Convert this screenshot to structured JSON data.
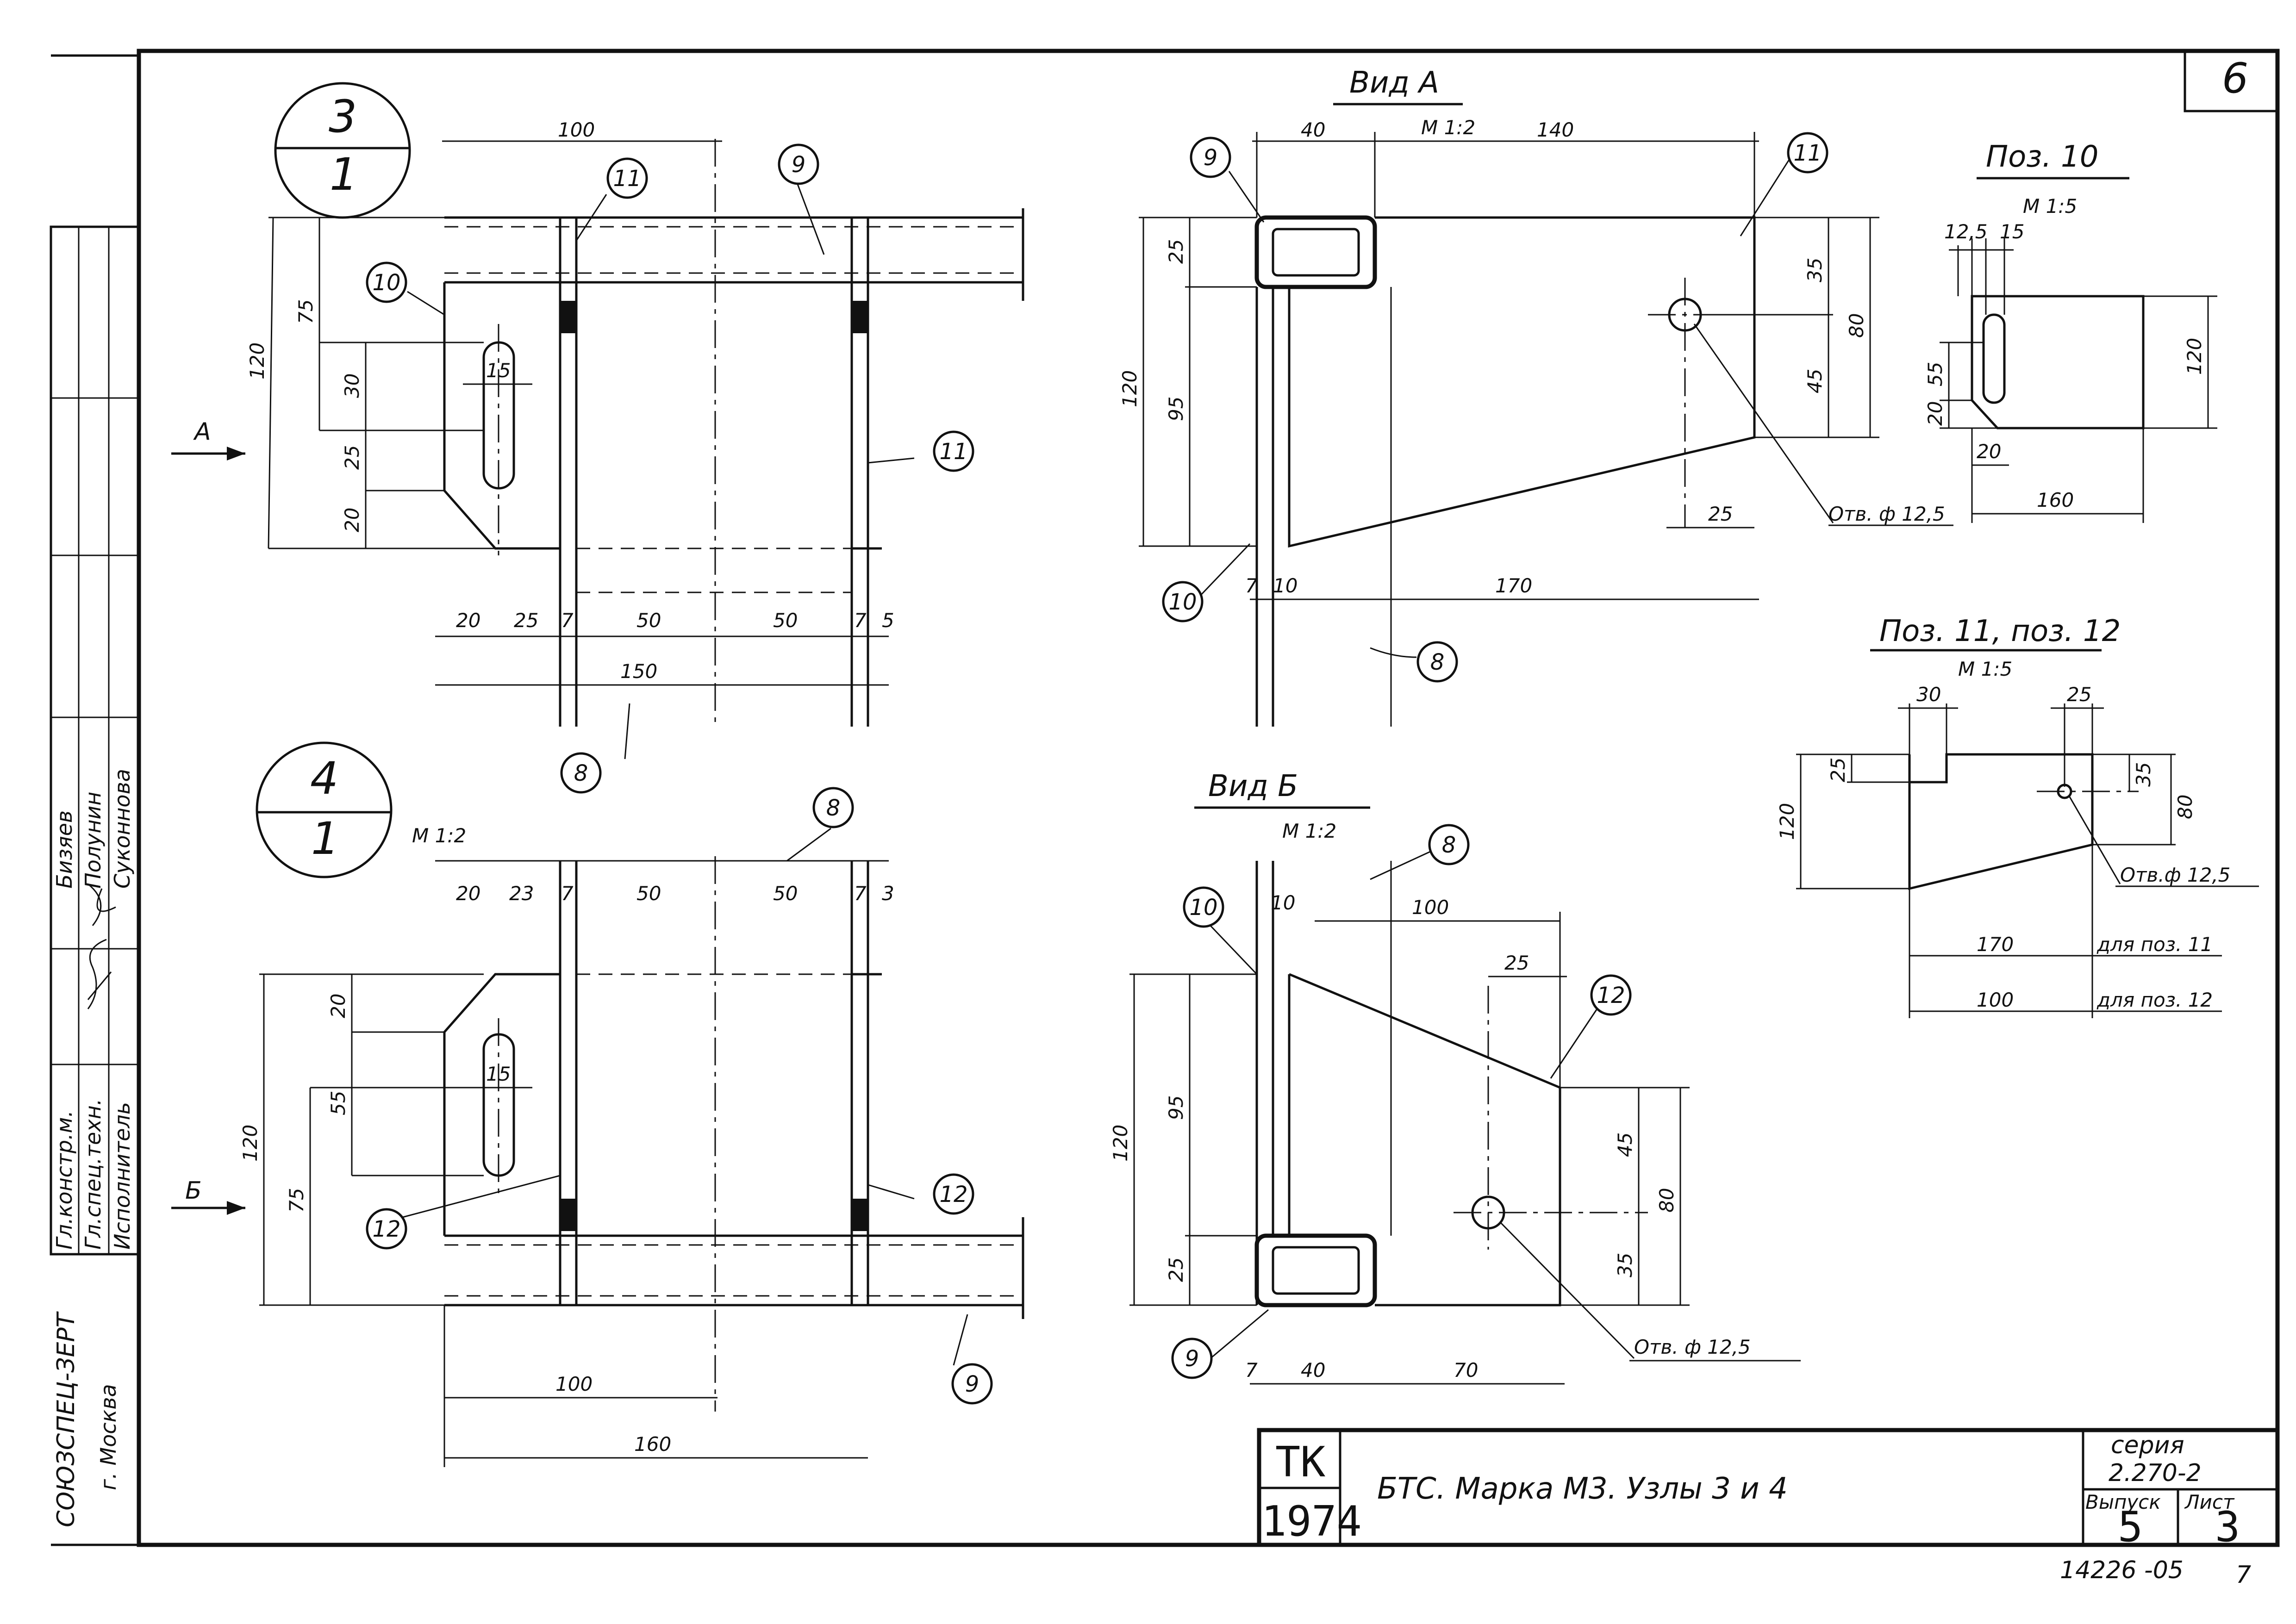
{
  "sheet_number": "6",
  "title_block": {
    "code": "ТК",
    "year": "1974",
    "title": "БТС. Марка М3. Узлы 3 и 4",
    "series_label": "серия",
    "series_value": "2.270-2",
    "issue_label": "Выпуск",
    "issue_value": "5",
    "sheet_label": "Лист",
    "sheet_value": "3"
  },
  "footer": {
    "doc_number": "14226 -05",
    "page": "7"
  },
  "side_stamp": {
    "org": "СОЮЗСПЕЦ-ЗЕРТ",
    "city": "г. Москва",
    "roles": [
      "Гл.констр.м.",
      "Гл.спец.техн.",
      "Исполнитель"
    ],
    "names": [
      "Бизяев",
      "Полунин",
      "Суконнова"
    ]
  },
  "node3": {
    "node": "3",
    "sheet": "1",
    "view_arrow": "А",
    "dims_top": [
      "100"
    ],
    "dims_left": [
      "120",
      "75",
      "30",
      "25",
      "20"
    ],
    "dims_bottom_row": [
      "20",
      "25",
      "7",
      "50",
      "50",
      "7",
      "5"
    ],
    "dim_total": "150",
    "slot": "15",
    "callouts": [
      "10",
      "11",
      "9",
      "11",
      "8"
    ]
  },
  "node4": {
    "node": "4",
    "sheet": "1",
    "scale": "М 1:2",
    "view_arrow": "Б",
    "dims_top_row": [
      "20",
      "23",
      "7",
      "50",
      "50",
      "7",
      "3"
    ],
    "dims_left": [
      "120",
      "20",
      "55",
      "75"
    ],
    "dims_bottom": [
      "100",
      "160"
    ],
    "slot": "15",
    "callouts": [
      "8",
      "12",
      "12",
      "9"
    ]
  },
  "view_a": {
    "title": "Вид А",
    "scale": "М 1:2",
    "dims_top": [
      "40",
      "140"
    ],
    "dims_left": [
      "120",
      "25",
      "95"
    ],
    "dims_right": [
      "35",
      "45",
      "80"
    ],
    "dims_bottom": [
      "7",
      "10",
      "170"
    ],
    "dim_25": "25",
    "hole_note": "Отв. ф 12,5",
    "callouts": [
      "9",
      "11",
      "10",
      "8"
    ]
  },
  "view_b": {
    "title": "Вид Б",
    "scale": "М 1:2",
    "dims_top": [
      "10",
      "100"
    ],
    "dims_left": [
      "120",
      "95",
      "25"
    ],
    "dims_right": [
      "45",
      "80",
      "35"
    ],
    "dim_25": "25",
    "dims_bottom": [
      "7",
      "40",
      "70"
    ],
    "hole_note": "Отв. ф 12,5",
    "callouts": [
      "8",
      "10",
      "12",
      "9"
    ]
  },
  "pos10": {
    "title": "Поз. 10",
    "scale": "М 1:5",
    "dims_top": [
      "12,5",
      "15"
    ],
    "dims_left": [
      "55",
      "20"
    ],
    "dim_right": "120",
    "dim_20": "20",
    "dim_bottom": "160"
  },
  "pos11_12": {
    "title": "Поз. 11, поз. 12",
    "scale": "М 1:5",
    "dims_top": [
      "30",
      "25"
    ],
    "dims_left": [
      "120",
      "25"
    ],
    "dims_right": [
      "35",
      "80"
    ],
    "hole_note": "Отв.ф 12,5",
    "row1_value": "170",
    "row1_label": "для поз. 11",
    "row2_value": "100",
    "row2_label": "для поз. 12"
  }
}
